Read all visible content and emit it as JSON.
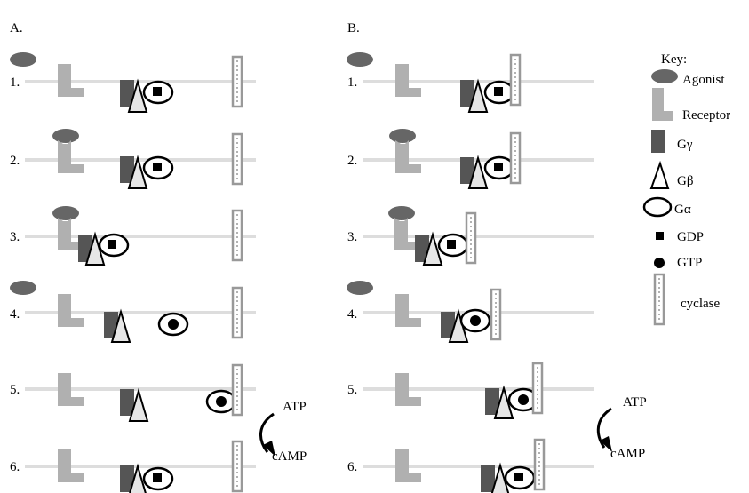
{
  "panels": [
    {
      "label": "A.",
      "steps": [
        {
          "label": "1.",
          "agonist": "free",
          "receptor": "up",
          "g": "gamma-beta-alpha",
          "nucleotide": "GDP",
          "cyclase": "idle"
        },
        {
          "label": "2.",
          "agonist": "bound",
          "receptor": "up",
          "g": "gamma-beta-alpha",
          "nucleotide": "GDP",
          "cyclase": "idle"
        },
        {
          "label": "3.",
          "agonist": "bound",
          "receptor": "down",
          "g": "coupled",
          "nucleotide": "GDP",
          "cyclase": "idle"
        },
        {
          "label": "4.",
          "agonist": "free",
          "receptor": "up",
          "g": "split",
          "nucleotide": "GTP",
          "cyclase": "idle"
        },
        {
          "label": "5.",
          "agonist": "none",
          "receptor": "up",
          "g": "alpha-at-cyclase",
          "nucleotide": "GTP",
          "cyclase": "active"
        },
        {
          "label": "6.",
          "agonist": "none",
          "receptor": "up",
          "g": "gamma-beta-alpha",
          "nucleotide": "GDP",
          "cyclase": "idle"
        }
      ]
    },
    {
      "label": "B.",
      "steps": [
        {
          "label": "1.",
          "agonist": "free",
          "receptor": "up",
          "g": "precoupled",
          "nucleotide": "GDP",
          "cyclase": "adjacent"
        },
        {
          "label": "2.",
          "agonist": "bound",
          "receptor": "up",
          "g": "precoupled",
          "nucleotide": "GDP",
          "cyclase": "adjacent"
        },
        {
          "label": "3.",
          "agonist": "bound",
          "receptor": "down",
          "g": "coupled",
          "nucleotide": "GDP",
          "cyclase": "adjacent"
        },
        {
          "label": "4.",
          "agonist": "free",
          "receptor": "up",
          "g": "coupled",
          "nucleotide": "GTP",
          "cyclase": "adjacent"
        },
        {
          "label": "5.",
          "agonist": "none",
          "receptor": "up",
          "g": "precoupled",
          "nucleotide": "GTP",
          "cyclase": "active"
        },
        {
          "label": "6.",
          "agonist": "none",
          "receptor": "up",
          "g": "precoupled",
          "nucleotide": "GDP",
          "cyclase": "adjacent"
        }
      ]
    }
  ],
  "reaction": {
    "substrate": "ATP",
    "product": "cAMP"
  },
  "key": {
    "title": "Key:",
    "items": [
      {
        "icon": "agonist-icon",
        "label": "Agonist"
      },
      {
        "icon": "receptor-icon",
        "label": "Receptor"
      },
      {
        "icon": "g-gamma-icon",
        "label": "Gγ"
      },
      {
        "icon": "g-beta-icon",
        "label": "Gβ"
      },
      {
        "icon": "g-alpha-icon",
        "label": "Gα"
      },
      {
        "icon": "gdp-icon",
        "label": "GDP"
      },
      {
        "icon": "gtp-icon",
        "label": "GTP"
      },
      {
        "icon": "cyclase-icon",
        "label": "cyclase"
      }
    ]
  },
  "colors": {
    "membrane": "#dddddd",
    "receptor": "#b0b0b0",
    "agonist": "#666666",
    "g_gamma": "#555555",
    "g_beta": "#e6e6e6",
    "cyclase": "#999999",
    "ink": "#000000"
  }
}
